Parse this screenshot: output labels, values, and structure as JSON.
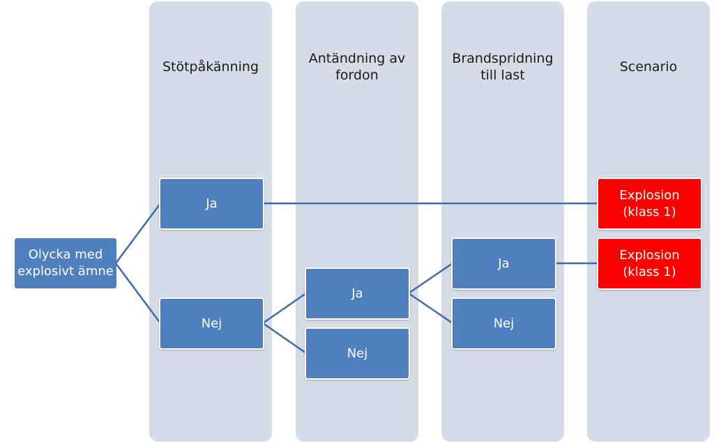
{
  "columns": [
    {
      "title": "Stötpåkänning"
    },
    {
      "title": "Antändning av fordon"
    },
    {
      "title": "Brandspridning till last"
    },
    {
      "title": "Scenario"
    }
  ],
  "nodes": {
    "root": "Olycka med explosivt ämne",
    "c1_ja": "Ja",
    "c1_nej": "Nej",
    "c2_ja": "Ja",
    "c2_nej": "Nej",
    "c3_ja": "Ja",
    "c3_nej": "Nej",
    "scenario_1": "Explosion (klass 1)",
    "scenario_2": "Explosion (klass 1)"
  },
  "colors": {
    "column_bg": "#d6dbe8",
    "node_blue": "#4f7fbe",
    "node_red": "#ff0000",
    "link": "#3e6aa8"
  }
}
